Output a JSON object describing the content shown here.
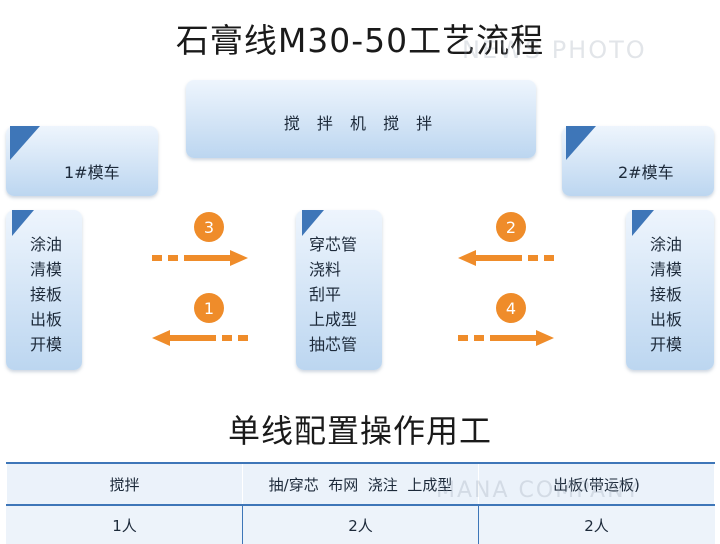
{
  "title": "石膏线M30-50工艺流程",
  "watermarks": [
    "NEWS PHOTO",
    "MANA COMPANY"
  ],
  "mixer": {
    "label": "搅 拌 机 搅 拌"
  },
  "mold_car_1": {
    "label": "1#模车"
  },
  "mold_car_2": {
    "label": "2#模车"
  },
  "left_station": {
    "steps": [
      "涂油",
      "清模",
      "接板",
      "出板",
      "开模"
    ]
  },
  "center_station": {
    "steps": [
      "穿芯管",
      "浇料",
      "刮平",
      "上成型",
      "抽芯管"
    ]
  },
  "right_station": {
    "steps": [
      "涂油",
      "清模",
      "接板",
      "出板",
      "开模"
    ]
  },
  "flow_arrows": [
    {
      "number": "3",
      "direction": "right"
    },
    {
      "number": "1",
      "direction": "left"
    },
    {
      "number": "2",
      "direction": "left"
    },
    {
      "number": "4",
      "direction": "right"
    }
  ],
  "staffing": {
    "title": "单线配置操作用工",
    "headers": [
      "搅拌",
      "抽/穿芯  布网  浇注  上成型",
      "出板(带运板)"
    ],
    "values": [
      "1人",
      "2人",
      "2人"
    ]
  },
  "colors": {
    "accent_blue": "#3e76b8",
    "box_light": "#eef5fd",
    "box_dark": "#bcd6f0",
    "arrow_orange": "#ef8c2a"
  }
}
